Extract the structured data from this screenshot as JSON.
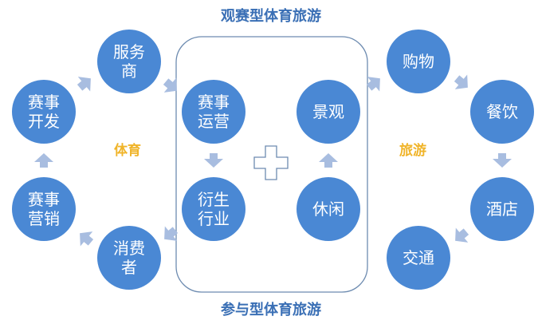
{
  "titles": {
    "top": "观赛型体育旅游",
    "bottom": "参与型体育旅游"
  },
  "categories": {
    "sports": "体育",
    "tourism": "旅游"
  },
  "colors": {
    "node": "#4a88d4",
    "arrow": "#a8bde0",
    "title": "#3a6fb5",
    "category": "#f0b429",
    "box": "#6d8bb0"
  },
  "nodes": [
    {
      "id": "service",
      "lines": [
        "服务",
        "商"
      ]
    },
    {
      "id": "event-dev",
      "lines": [
        "赛事",
        "开发"
      ]
    },
    {
      "id": "event-marketing",
      "lines": [
        "赛事",
        "营销"
      ]
    },
    {
      "id": "consumer",
      "lines": [
        "消费",
        "者"
      ]
    },
    {
      "id": "event-operation",
      "lines": [
        "赛事",
        "运营"
      ]
    },
    {
      "id": "derivative",
      "lines": [
        "衍生",
        "行业"
      ]
    },
    {
      "id": "scenery",
      "lines": [
        "景观"
      ]
    },
    {
      "id": "leisure",
      "lines": [
        "休闲"
      ]
    },
    {
      "id": "shopping",
      "lines": [
        "购物"
      ]
    },
    {
      "id": "dining",
      "lines": [
        "餐饮"
      ]
    },
    {
      "id": "hotel",
      "lines": [
        "酒店"
      ]
    },
    {
      "id": "transport",
      "lines": [
        "交通"
      ]
    }
  ]
}
